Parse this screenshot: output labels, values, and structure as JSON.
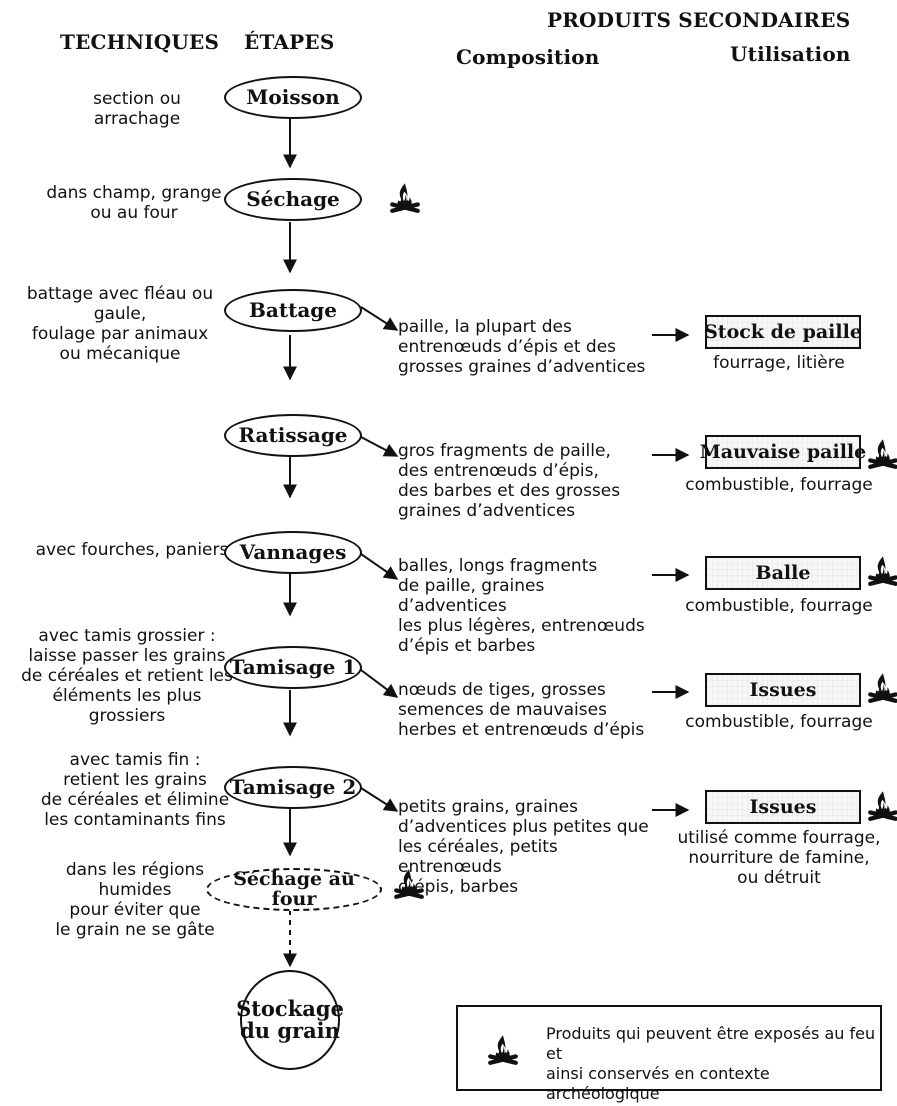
{
  "headers": {
    "techniques": "TECHNIQUES",
    "etapes": "ÉTAPES",
    "produits_secondaires": "PRODUITS SECONDAIRES",
    "composition": "Composition",
    "utilisation": "Utilisation"
  },
  "techniques": [
    "section ou\narrachage",
    "dans champ, grange\nou au four",
    "battage avec fléau ou gaule,\nfoulage par animaux\nou mécanique",
    "avec fourches, paniers",
    "avec tamis grossier :\nlaisse passer les grains\nde céréales et retient les\néléments les plus grossiers",
    "avec tamis fin :\nretient les grains\nde céréales et élimine\nles contaminants fins",
    "dans les régions\nhumides\npour éviter que\nle grain ne se gâte"
  ],
  "steps": [
    "Moisson",
    "Séchage",
    "Battage",
    "Ratissage",
    "Vannages",
    "Tamisage 1",
    "Tamisage 2",
    "Séchage au four",
    "Stockage\ndu grain"
  ],
  "compositions": [
    "paille, la plupart des\nentrenœuds d’épis et des\ngrosses graines d’adventices",
    "gros fragments de paille,\ndes entrenœuds d’épis,\ndes barbes et des grosses\ngraines d’adventices",
    "balles, longs fragments\nde paille, graines d’adventices\nles plus légères, entrenœuds\nd’épis et barbes",
    "nœuds de tiges, grosses\nsemences de mauvaises\nherbes et entrenœuds d’épis",
    "petits grains, graines\nd’adventices plus petites que\nles céréales, petits entrenœuds\nd’épis, barbes"
  ],
  "products": [
    {
      "box": "Stock de paille",
      "usage": "fourrage, litière"
    },
    {
      "box": "Mauvaise paille",
      "usage": "combustible, fourrage"
    },
    {
      "box": "Balle",
      "usage": "combustible, fourrage"
    },
    {
      "box": "Issues",
      "usage": "combustible, fourrage"
    },
    {
      "box": "Issues",
      "usage": "utilisé comme fourrage,\nnourriture de famine,\nou détruit"
    }
  ],
  "legend": {
    "text": "Produits qui peuvent être exposés au feu et\nainsi conservés en contexte archéologique",
    "icon": "fire-icon"
  },
  "colors": {
    "ink": "#111111",
    "paper": "#ffffff",
    "box_fill": "#f7f7f7"
  }
}
